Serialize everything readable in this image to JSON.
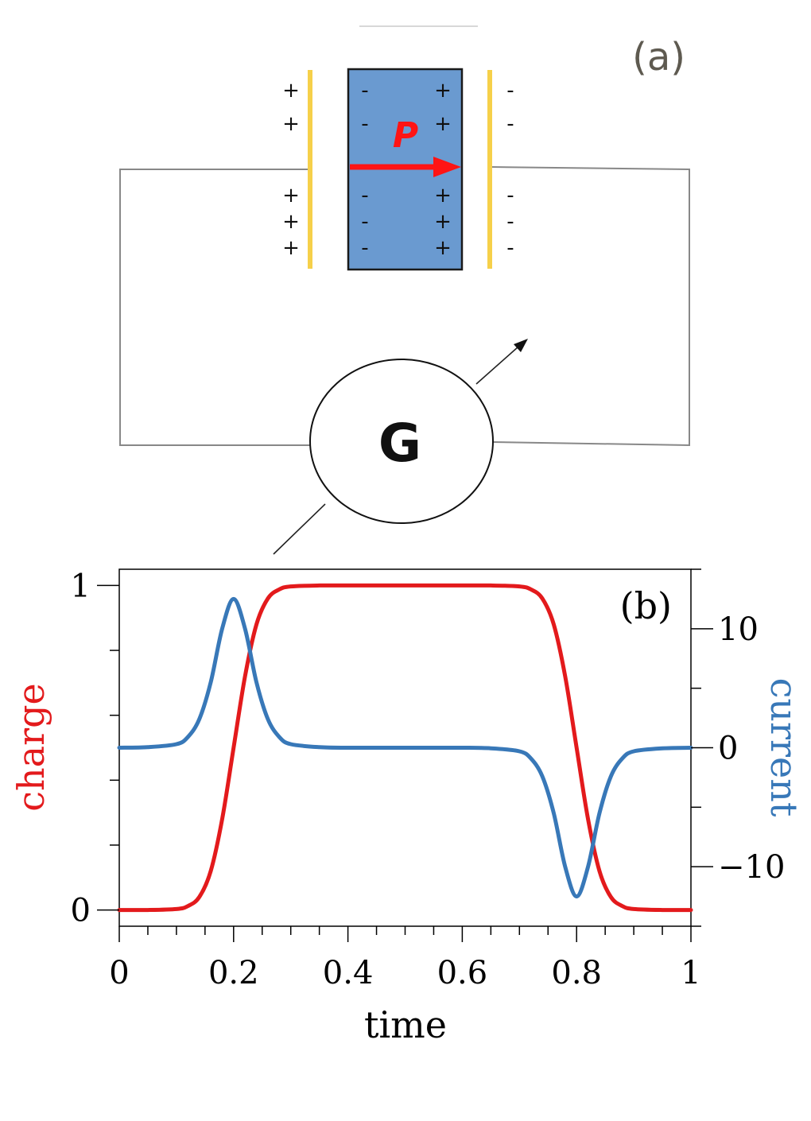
{
  "diagram": {
    "panel_label": "(a)",
    "polarization_label": "P",
    "galvanometer_label": "G",
    "charges": {
      "left_plate": [
        "+",
        "+",
        "+",
        "+",
        "+"
      ],
      "slab_left": [
        "-",
        "-",
        "-",
        "-",
        "-"
      ],
      "slab_right": [
        "+",
        "+",
        "+",
        "+",
        "+"
      ],
      "right_plate": [
        "-",
        "-",
        "-",
        "-",
        "-"
      ]
    },
    "colors": {
      "slab": "#6a9ad0",
      "plate": "#f6d04a",
      "arrow": "#ff1414",
      "label_text": "#5e5a50"
    }
  },
  "chart_data": {
    "type": "line",
    "panel_label": "(b)",
    "xlabel": "time",
    "ylabel_left": "charge",
    "ylabel_right": "current",
    "xlim": [
      0,
      1
    ],
    "ylim_left": [
      -0.05,
      1.05
    ],
    "ylim_right": [
      -15,
      15
    ],
    "x_ticks": [
      "0",
      "0.2",
      "0.4",
      "0.6",
      "0.8",
      "1"
    ],
    "x_tick_values": [
      0,
      0.2,
      0.4,
      0.6,
      0.8,
      1
    ],
    "left_ticks": [
      "0",
      "1"
    ],
    "left_tick_values": [
      0,
      1
    ],
    "right_ticks": [
      "10",
      "0",
      "−10"
    ],
    "right_tick_values": [
      10,
      0,
      -10
    ],
    "series": [
      {
        "axis": "left",
        "color": "#e31a1c",
        "x": [
          0,
          0.05,
          0.1,
          0.12,
          0.14,
          0.16,
          0.18,
          0.2,
          0.22,
          0.24,
          0.26,
          0.28,
          0.3,
          0.35,
          0.4,
          0.5,
          0.6,
          0.65,
          0.7,
          0.72,
          0.74,
          0.76,
          0.78,
          0.8,
          0.82,
          0.84,
          0.86,
          0.88,
          0.9,
          0.95,
          1
        ],
        "y": [
          0,
          0,
          0.003,
          0.012,
          0.04,
          0.12,
          0.28,
          0.5,
          0.72,
          0.88,
          0.96,
          0.988,
          0.997,
          1,
          1,
          1,
          1,
          1,
          0.997,
          0.988,
          0.96,
          0.88,
          0.72,
          0.5,
          0.28,
          0.12,
          0.04,
          0.012,
          0.003,
          0,
          0
        ]
      },
      {
        "axis": "right",
        "color": "#3878b8",
        "x": [
          0,
          0.05,
          0.1,
          0.12,
          0.14,
          0.16,
          0.18,
          0.2,
          0.22,
          0.24,
          0.26,
          0.28,
          0.3,
          0.35,
          0.4,
          0.5,
          0.6,
          0.65,
          0.7,
          0.72,
          0.74,
          0.76,
          0.78,
          0.8,
          0.82,
          0.84,
          0.86,
          0.88,
          0.9,
          0.95,
          1
        ],
        "y": [
          0,
          0.05,
          0.3,
          0.9,
          2.4,
          5.5,
          10,
          12.5,
          10,
          5.5,
          2.4,
          0.9,
          0.3,
          0.05,
          0,
          0,
          0,
          -0.05,
          -0.3,
          -0.9,
          -2.4,
          -5.5,
          -10,
          -12.5,
          -10,
          -5.5,
          -2.4,
          -0.9,
          -0.3,
          -0.05,
          0
        ]
      }
    ]
  }
}
